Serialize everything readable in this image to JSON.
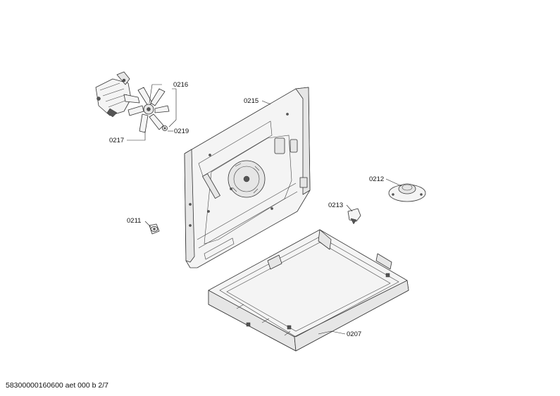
{
  "callouts": {
    "c0216": "0216",
    "c0217": "0217",
    "c0219": "0219",
    "c0215": "0215",
    "c0212": "0212",
    "c0213": "0213",
    "c0211": "0211",
    "c0207": "0207"
  },
  "footer": {
    "document_id": "58300000160600 aet 000 b 2/7"
  }
}
